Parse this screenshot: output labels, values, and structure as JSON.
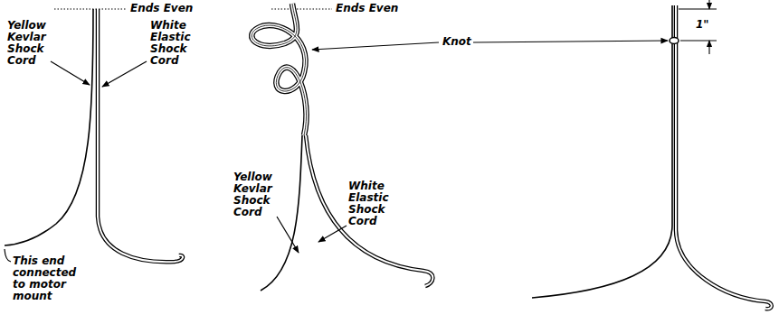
{
  "diagram": {
    "labels": [
      "Ends Even",
      "Yellow Kevlar Shock Cord",
      "White Elastic Shock Cord",
      "This end connected to motor mount",
      "Ends Even",
      "Knot",
      "Yellow Kevlar Shock Cord",
      "White Elastic Shock Cord",
      "1\""
    ]
  }
}
